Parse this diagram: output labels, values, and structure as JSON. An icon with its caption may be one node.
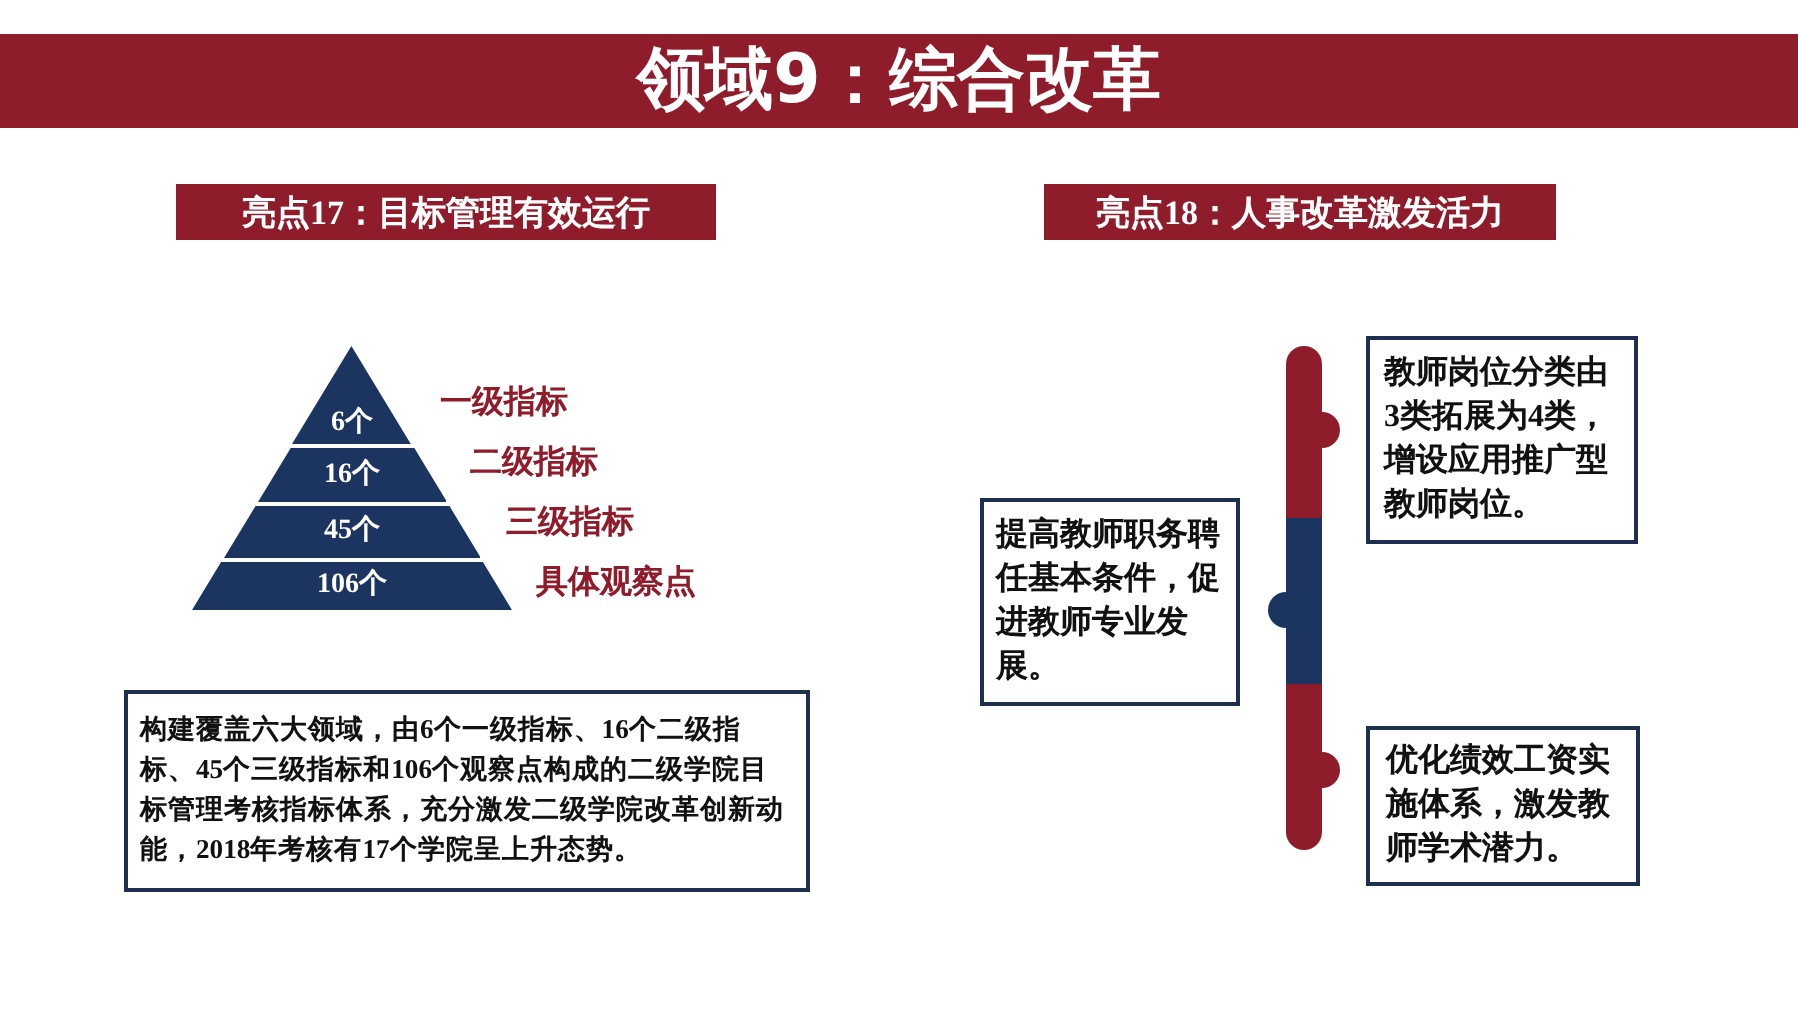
{
  "diagram": {
    "title": "领域9：综合改革",
    "nodes": [
      {
        "text": [
          "亮点17：目标管理有效运行"
        ]
      },
      {
        "text": [
          "6个"
        ],
        "beside": [
          "一级指标"
        ]
      },
      {
        "text": [
          "16个"
        ],
        "beside": [
          "二级指标"
        ]
      },
      {
        "text": [
          "45个"
        ],
        "beside": [
          "三级指标"
        ]
      },
      {
        "text": [
          "106个"
        ],
        "beside": [
          "具体观察点"
        ]
      },
      {
        "text": [
          "构建覆盖六大领域，由**6**个一级指标、**16**个二级指标、**45**个三级指标和**106**个观察点构成的二级学院目标管理考核指标体系，充分激发二级学院改革创新动能，2018年考核有**17**个学院呈上升态势。"
        ]
      },
      {
        "text": [
          "亮点18：人事改革激发活力"
        ]
      },
      {
        "text": [
          "教师岗位分类由3类拓展为**4**类，增设**应用推广型**教师岗位。"
        ]
      },
      {
        "text": [
          "提高教师职务聘任基本条件，促进教师专业发展。"
        ]
      },
      {
        "text": [
          "优化绩效工资实施体系，激发教师学术潜力。"
        ]
      }
    ]
  }
}
